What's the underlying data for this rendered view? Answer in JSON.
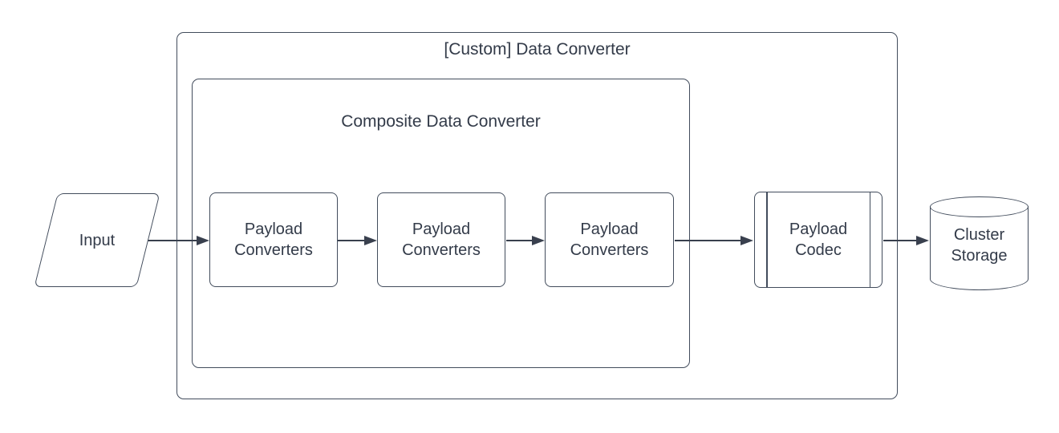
{
  "groups": {
    "custom": {
      "title": "[Custom] Data Converter"
    },
    "composite": {
      "title": "Composite Data Converter"
    }
  },
  "nodes": {
    "input": {
      "label": "Input",
      "shape": "parallelogram"
    },
    "converter1": {
      "label": "Payload\nConverters",
      "shape": "rounded-rectangle"
    },
    "converter2": {
      "label": "Payload\nConverters",
      "shape": "rounded-rectangle"
    },
    "converter3": {
      "label": "Payload\nConverters",
      "shape": "predefined-process-chain"
    },
    "codec": {
      "label": "Payload\nCodec",
      "shape": "predefined-process"
    },
    "storage": {
      "label": "Cluster\nStorage",
      "shape": "cylinder"
    }
  },
  "edges": [
    {
      "from": "input",
      "to": "converter1"
    },
    {
      "from": "converter1",
      "to": "converter2"
    },
    {
      "from": "converter2",
      "to": "converter3"
    },
    {
      "from": "converter3",
      "to": "codec"
    },
    {
      "from": "codec",
      "to": "storage"
    }
  ],
  "colors": {
    "stroke": "#424c5c",
    "arrow": "#39404e",
    "text": "#333b49",
    "background": "#ffffff"
  }
}
